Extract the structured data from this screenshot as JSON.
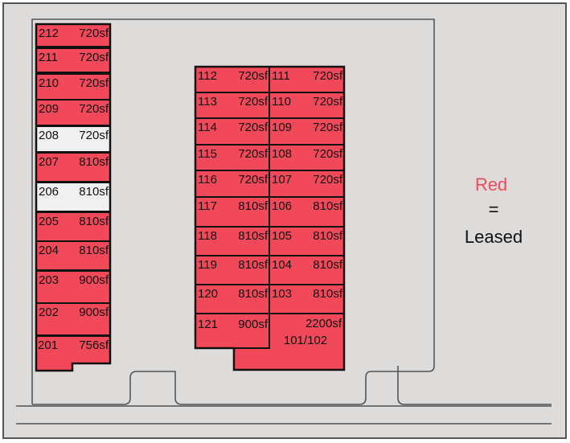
{
  "colors": {
    "leased": "#f2495a",
    "available": "#f0f0f0",
    "background": "#dedbdb",
    "outline": "#111111",
    "road": "#555555"
  },
  "legend": {
    "status_word": "Red",
    "equals": "=",
    "meaning": "Leased"
  },
  "units": [
    {
      "id": "212",
      "size": "720sf",
      "leased": true
    },
    {
      "id": "211",
      "size": "720sf",
      "leased": true
    },
    {
      "id": "210",
      "size": "720sf",
      "leased": true
    },
    {
      "id": "209",
      "size": "720sf",
      "leased": true
    },
    {
      "id": "208",
      "size": "720sf",
      "leased": false
    },
    {
      "id": "207",
      "size": "810sf",
      "leased": true
    },
    {
      "id": "206",
      "size": "810sf",
      "leased": false
    },
    {
      "id": "205",
      "size": "810sf",
      "leased": true
    },
    {
      "id": "204",
      "size": "810sf",
      "leased": true
    },
    {
      "id": "203",
      "size": "900sf",
      "leased": true
    },
    {
      "id": "202",
      "size": "900sf",
      "leased": true
    },
    {
      "id": "201",
      "size": "756sf",
      "leased": true
    },
    {
      "id": "112",
      "size": "720sf",
      "leased": true
    },
    {
      "id": "113",
      "size": "720sf",
      "leased": true
    },
    {
      "id": "114",
      "size": "720sf",
      "leased": true
    },
    {
      "id": "115",
      "size": "720sf",
      "leased": true
    },
    {
      "id": "116",
      "size": "720sf",
      "leased": true
    },
    {
      "id": "117",
      "size": "810sf",
      "leased": true
    },
    {
      "id": "118",
      "size": "810sf",
      "leased": true
    },
    {
      "id": "119",
      "size": "810sf",
      "leased": true
    },
    {
      "id": "120",
      "size": "810sf",
      "leased": true
    },
    {
      "id": "121",
      "size": "900sf",
      "leased": true
    },
    {
      "id": "111",
      "size": "720sf",
      "leased": true
    },
    {
      "id": "110",
      "size": "720sf",
      "leased": true
    },
    {
      "id": "109",
      "size": "720sf",
      "leased": true
    },
    {
      "id": "108",
      "size": "720sf",
      "leased": true
    },
    {
      "id": "107",
      "size": "720sf",
      "leased": true
    },
    {
      "id": "106",
      "size": "810sf",
      "leased": true
    },
    {
      "id": "105",
      "size": "810sf",
      "leased": true
    },
    {
      "id": "104",
      "size": "810sf",
      "leased": true
    },
    {
      "id": "103",
      "size": "810sf",
      "leased": true
    },
    {
      "id": "101/102",
      "size": "2200sf",
      "leased": true
    }
  ]
}
